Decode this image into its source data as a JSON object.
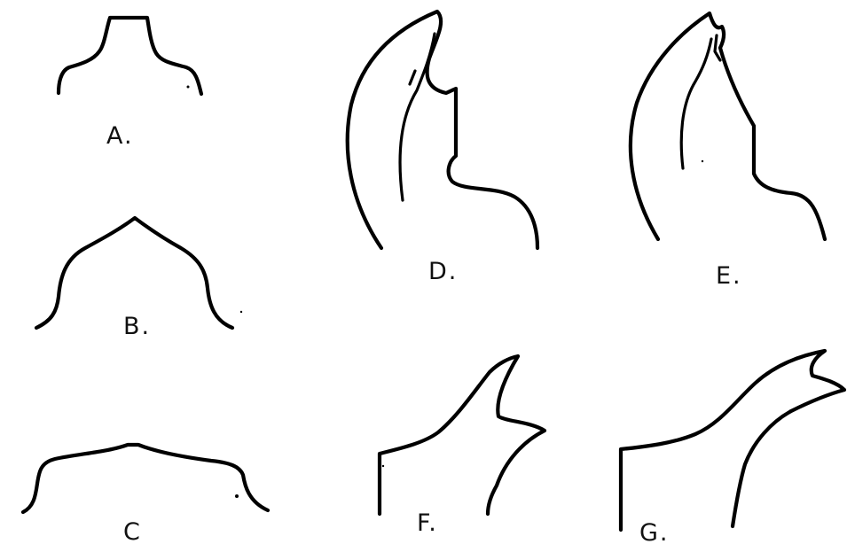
{
  "figure": {
    "labels": {
      "a": "A.",
      "b": "B.",
      "c": "C",
      "d": "D.",
      "e": "E.",
      "f": "F.",
      "g": "G."
    }
  }
}
